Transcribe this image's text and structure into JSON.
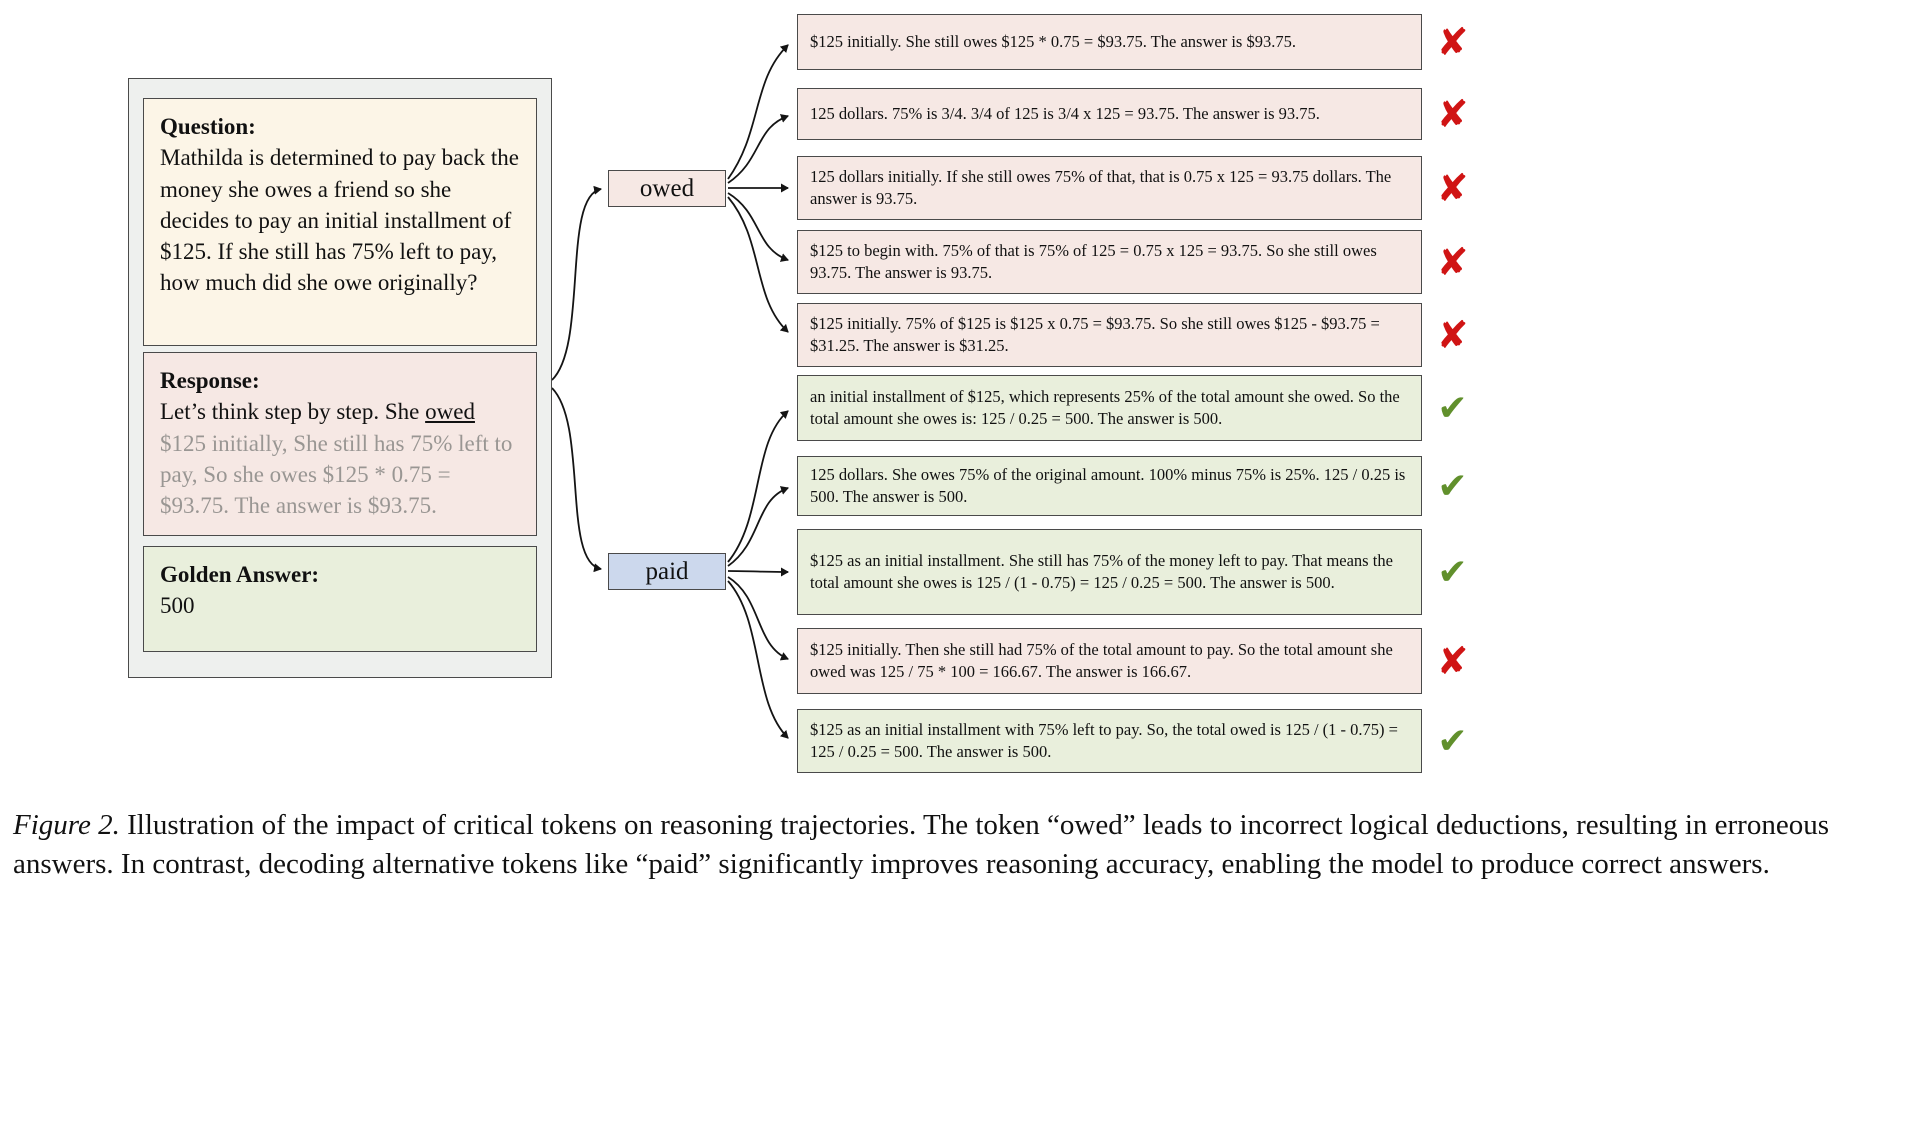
{
  "panel": {
    "question": {
      "label": "Question:",
      "text": "Mathilda is determined to pay back the money she owes a friend so she decides to pay an initial installment of $125. If she still has 75% left to pay, how much did she owe originally?"
    },
    "response": {
      "label": "Response:",
      "prefix": "Let’s think step by step. She ",
      "token": "owed",
      "rest": " $125 initially, She still has 75% left to pay, So she owes $125 * 0.75 = $93.75. The answer is $93.75."
    },
    "golden": {
      "label": "Golden Answer:",
      "value": "500"
    }
  },
  "nodes": {
    "owed": "owed",
    "paid": "paid"
  },
  "owed_branch": [
    {
      "text": "$125 initially. She still owes $125 * 0.75 = $93.75. The answer is $93.75.",
      "correct": false
    },
    {
      "text": "125 dollars. 75% is 3/4. 3/4 of 125 is 3/4 x 125 = 93.75. The answer is 93.75.",
      "correct": false
    },
    {
      "text": "125 dollars initially. If she still owes 75% of that, that is 0.75 x 125 = 93.75 dollars. The answer is 93.75.",
      "correct": false
    },
    {
      "text": "$125 to begin with. 75% of that is 75% of 125 = 0.75 x 125 = 93.75. So she still owes 93.75. The answer is 93.75.",
      "correct": false
    },
    {
      "text": "$125 initially. 75% of $125 is $125 x 0.75 = $93.75. So she still owes $125 - $93.75 = $31.25. The answer is $31.25.",
      "correct": false
    }
  ],
  "paid_branch": [
    {
      "text": "an initial installment of $125, which represents 25% of the total amount she owed. So the total amount she owes is: 125 / 0.25 = 500. The answer is 500.",
      "correct": true
    },
    {
      "text": "125 dollars. She owes 75% of the original amount. 100% minus 75% is 25%. 125 / 0.25 is 500. The answer is 500.",
      "correct": true
    },
    {
      "text": "$125 as an initial installment. She still has 75% of the money left to pay. That means the total amount she owes is 125 / (1 - 0.75) = 125 / 0.25 = 500. The answer is 500.",
      "correct": true
    },
    {
      "text": "$125 initially. Then she still had 75% of the total amount to pay. So the total amount she owed was 125 / 75 * 100 = 166.67. The answer is 166.67.",
      "correct": false
    },
    {
      "text": "$125 as an initial installment with 75% left to pay. So, the total owed is 125 / (1 - 0.75) = 125 / 0.25 = 500. The answer is 500.",
      "correct": true
    }
  ],
  "marks": {
    "correct": "✔",
    "incorrect": "✘"
  },
  "colors": {
    "incorrect_box": "#f6e8e4",
    "correct_box": "#e9efdc",
    "question_box": "#fcf5e7",
    "outer_box": "#eef0ee",
    "paid_node": "#ccd8ed",
    "x_mark": "#d01414",
    "check_mark": "#61902c"
  },
  "caption": {
    "label": "Figure 2.",
    "text": " Illustration of the impact of critical tokens on reasoning trajectories. The token “owed” leads to incorrect logical deductions, resulting in erroneous answers. In contrast, decoding alternative tokens like “paid” significantly improves reasoning accuracy, enabling the model to produce correct answers."
  }
}
